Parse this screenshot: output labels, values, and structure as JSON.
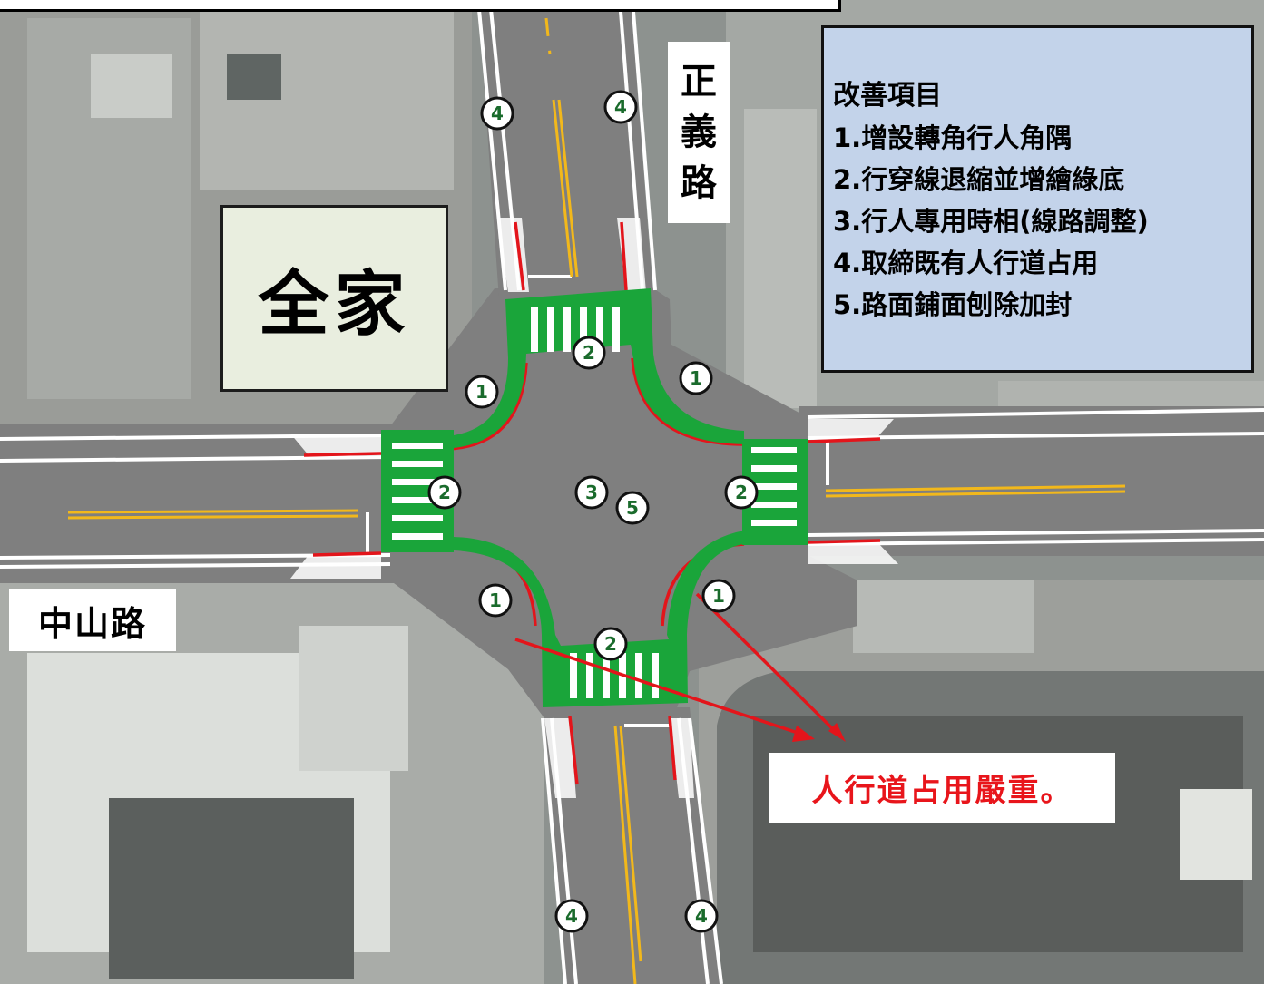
{
  "road_labels": {
    "zhengyi": [
      "正",
      "義",
      "路"
    ],
    "zhongshan": "中山路"
  },
  "store_sign": "全家",
  "legend": {
    "title": "改善項目",
    "items": [
      "1.增設轉角行人角隅",
      "2.行穿線退縮並增繪綠底",
      "3.行人專用時相(線路調整)",
      "4.取締既有人行道占用",
      "5.路面鋪面刨除加封"
    ]
  },
  "warning": "人行道占用嚴重。",
  "markers": [
    "4",
    "4",
    "2",
    "1",
    "1",
    "2",
    "3",
    "5",
    "2",
    "1",
    "1",
    "2",
    "4",
    "4"
  ],
  "colors": {
    "road": "#7f7f7f",
    "green_crossing": "#1aa53a",
    "curb_red": "#e3151b",
    "lane_yellow": "#f2b81b",
    "legend_bg": "#c3d3ea",
    "warning_red": "#e8151b"
  }
}
